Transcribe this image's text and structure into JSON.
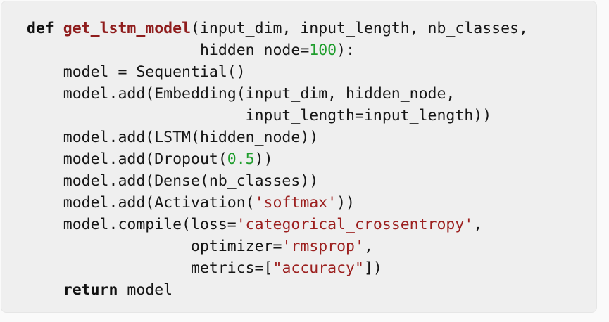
{
  "page": {
    "background": "#fafafa"
  },
  "code_block": {
    "language": "python",
    "background": "#efefef",
    "colors": {
      "default": "#161616",
      "keyword": "#111111",
      "function": "#8f1d1d",
      "number": "#1e9d2c",
      "string": "#9c201f"
    },
    "lines": [
      {
        "tokens": [
          {
            "text": "def",
            "type": "keyword"
          },
          {
            "text": " ",
            "type": "default"
          },
          {
            "text": "get_lstm_model",
            "type": "function"
          },
          {
            "text": "(input_dim, input_length, nb_classes,",
            "type": "default"
          }
        ]
      },
      {
        "tokens": [
          {
            "text": "                   hidden_node=",
            "type": "default"
          },
          {
            "text": "100",
            "type": "number"
          },
          {
            "text": "):",
            "type": "default"
          }
        ]
      },
      {
        "tokens": [
          {
            "text": "    model = Sequential()",
            "type": "default"
          }
        ]
      },
      {
        "tokens": [
          {
            "text": "    model.add(Embedding(input_dim, hidden_node,",
            "type": "default"
          }
        ]
      },
      {
        "tokens": [
          {
            "text": "                        input_length=input_length))",
            "type": "default"
          }
        ]
      },
      {
        "tokens": [
          {
            "text": "    model.add(LSTM(hidden_node))",
            "type": "default"
          }
        ]
      },
      {
        "tokens": [
          {
            "text": "    model.add(Dropout(",
            "type": "default"
          },
          {
            "text": "0.5",
            "type": "number"
          },
          {
            "text": "))",
            "type": "default"
          }
        ]
      },
      {
        "tokens": [
          {
            "text": "    model.add(Dense(nb_classes))",
            "type": "default"
          }
        ]
      },
      {
        "tokens": [
          {
            "text": "    model.add(Activation(",
            "type": "default"
          },
          {
            "text": "'softmax'",
            "type": "string"
          },
          {
            "text": "))",
            "type": "default"
          }
        ]
      },
      {
        "tokens": [
          {
            "text": "    model.compile(loss=",
            "type": "default"
          },
          {
            "text": "'categorical_crossentropy'",
            "type": "string"
          },
          {
            "text": ",",
            "type": "default"
          }
        ]
      },
      {
        "tokens": [
          {
            "text": "                  optimizer=",
            "type": "default"
          },
          {
            "text": "'rmsprop'",
            "type": "string"
          },
          {
            "text": ",",
            "type": "default"
          }
        ]
      },
      {
        "tokens": [
          {
            "text": "                  metrics=[",
            "type": "default"
          },
          {
            "text": "\"accuracy\"",
            "type": "string"
          },
          {
            "text": "])",
            "type": "default"
          }
        ]
      },
      {
        "tokens": [
          {
            "text": "    ",
            "type": "default"
          },
          {
            "text": "return",
            "type": "keyword"
          },
          {
            "text": " model",
            "type": "default"
          }
        ]
      }
    ]
  }
}
